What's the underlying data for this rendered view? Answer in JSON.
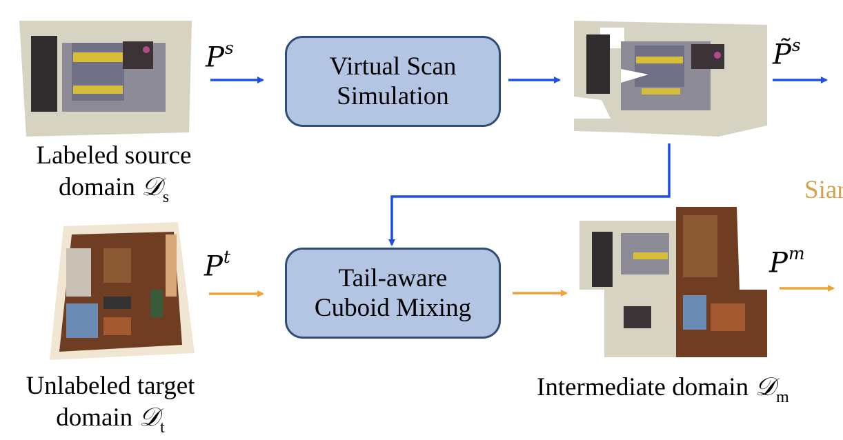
{
  "colors": {
    "source_arrow": "#1f4ee6",
    "target_arrow": "#f0a236",
    "box_fill": "#b4c5e4",
    "box_border": "#2f4b78",
    "sian_text": "#d4a24c"
  },
  "symbols": {
    "ps": {
      "base": "P",
      "sup": "s"
    },
    "ps_tilde": {
      "base": "P̃",
      "sup": "s"
    },
    "pt": {
      "base": "P",
      "sup": "t"
    },
    "pm": {
      "base": "P",
      "sup": "m"
    }
  },
  "boxes": {
    "virtual_scan": {
      "line1": "Virtual Scan",
      "line2": "Simulation"
    },
    "cuboid_mixing": {
      "line1": "Tail-aware",
      "line2": "Cuboid Mixing"
    }
  },
  "captions": {
    "source": {
      "line1": "Labeled source",
      "line2_prefix": "domain ",
      "sym": "𝒟",
      "sub": "s"
    },
    "target": {
      "line1": "Unlabeled target",
      "line2_prefix": "domain ",
      "sym": "𝒟",
      "sub": "t"
    },
    "intermediate": {
      "prefix": "Intermediate domain ",
      "sym": "𝒟",
      "sub": "m"
    }
  },
  "cropped_label": "Siar"
}
